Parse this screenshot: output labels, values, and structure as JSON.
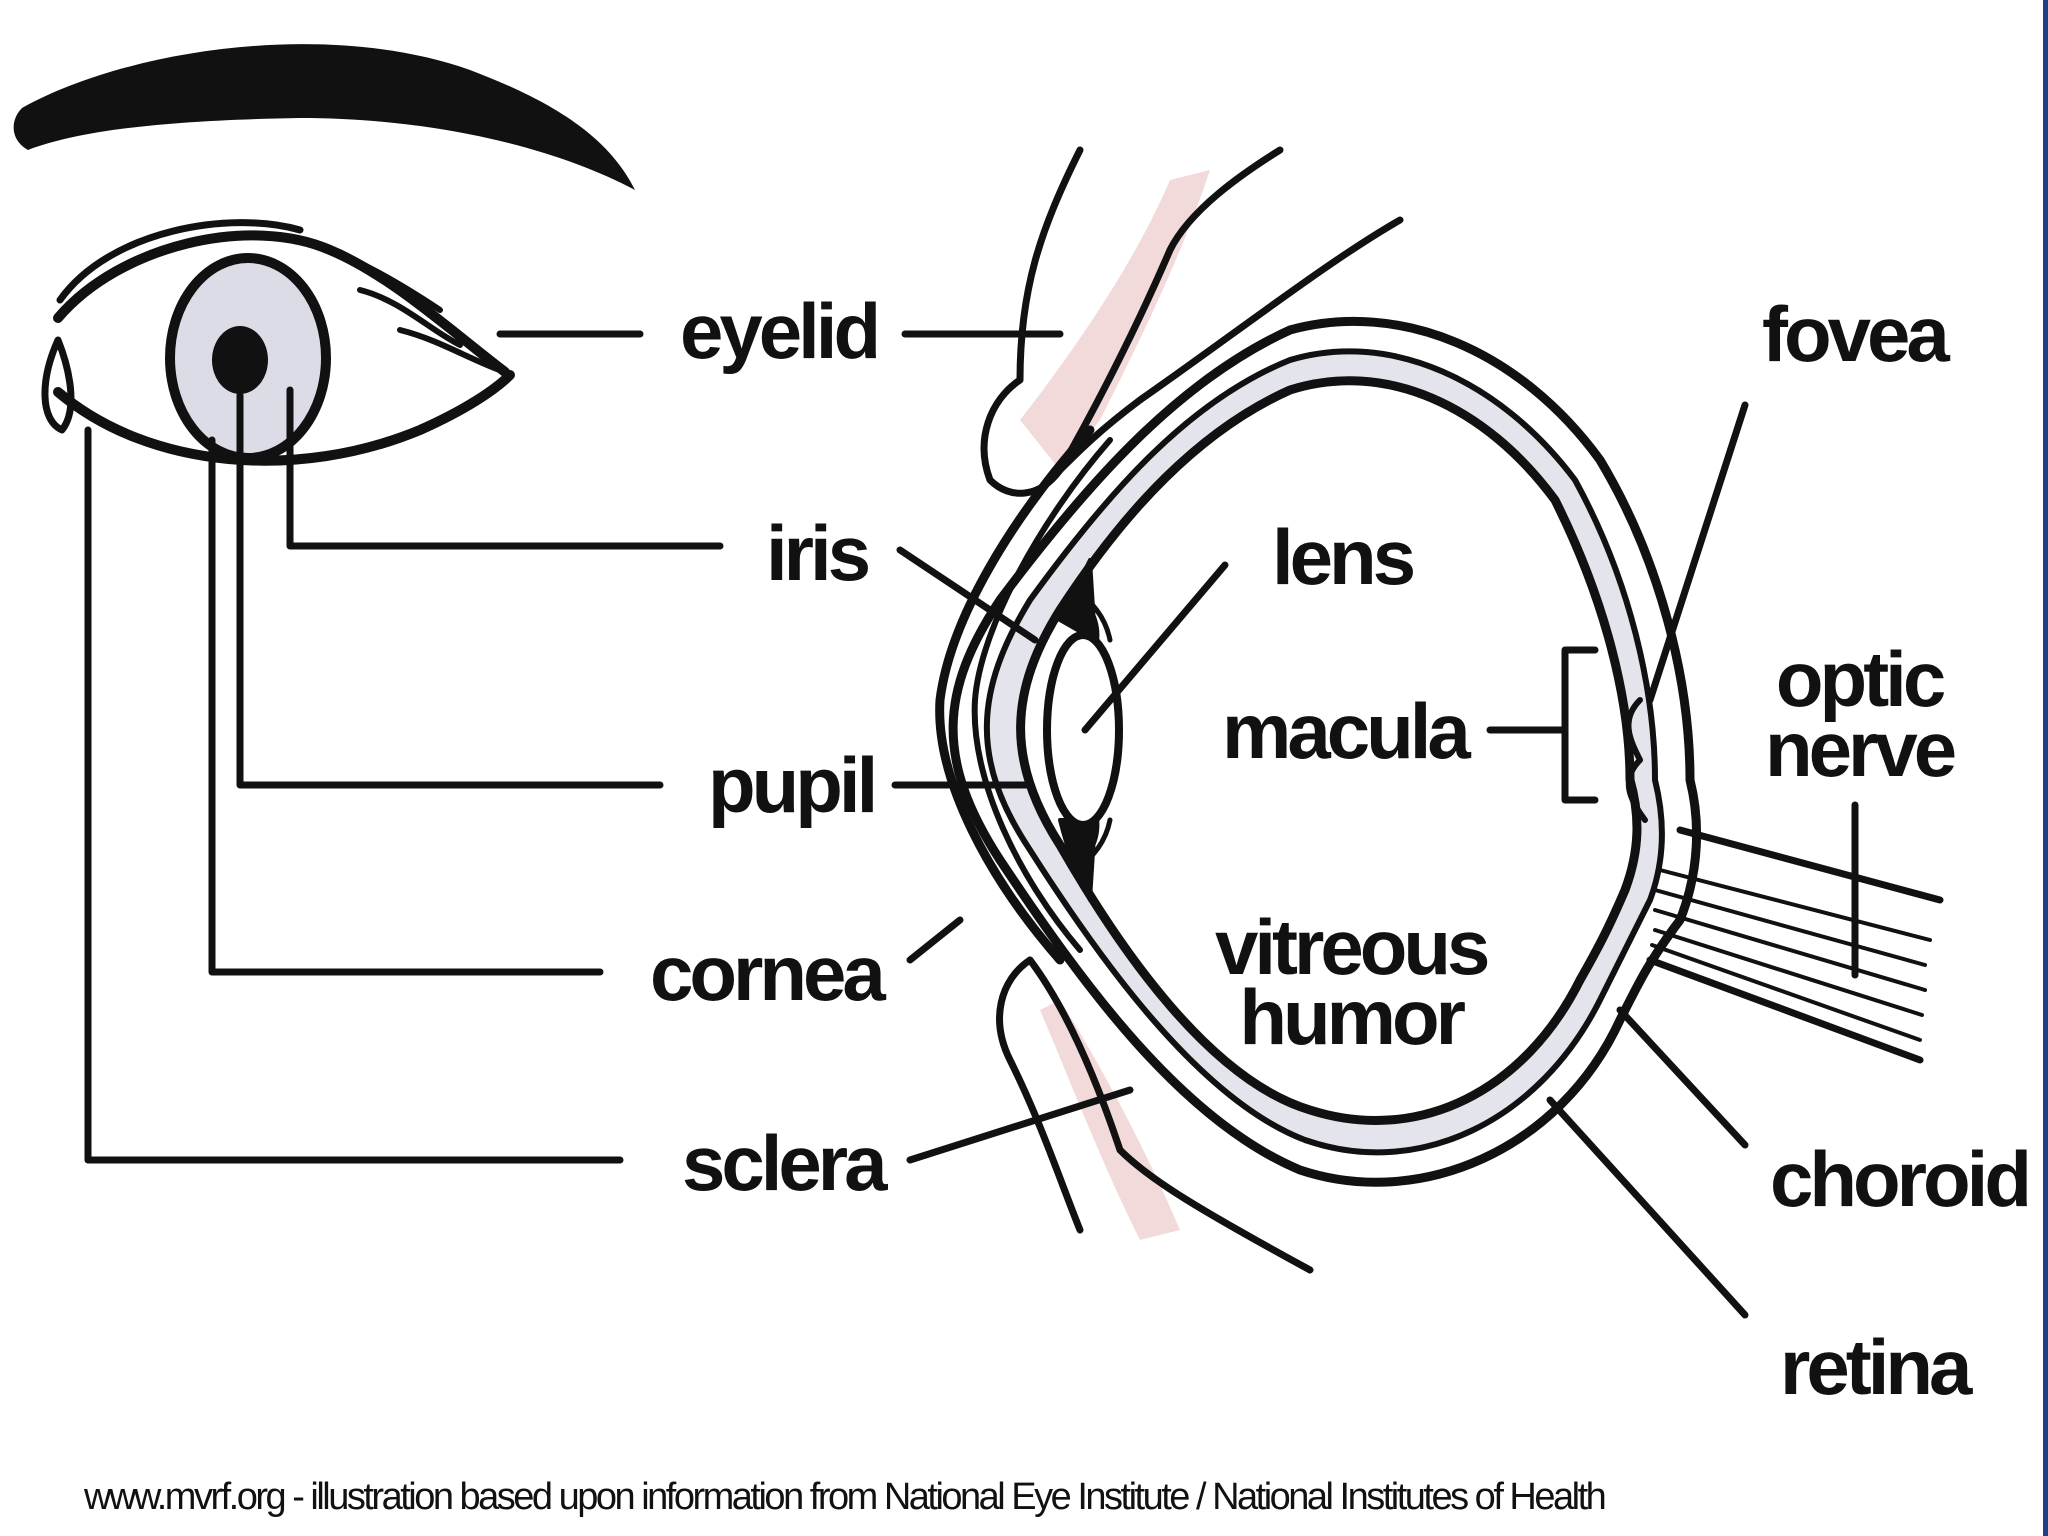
{
  "labels": {
    "eyelid": "eyelid",
    "iris": "iris",
    "pupil": "pupil",
    "cornea": "cornea",
    "sclera": "sclera",
    "lens": "lens",
    "macula": "macula",
    "vitreous_humor": "vitreous\nhumor",
    "fovea": "fovea",
    "optic_nerve": "optic\nnerve",
    "choroid": "choroid",
    "retina": "retina"
  },
  "credit": "www.mvrf.org - illustration based upon information from National Eye Institute / National Institutes of Health",
  "colors": {
    "line": "#111111",
    "iris_fill": "#dcdce6",
    "choroid_fill": "#e4e4ec",
    "eyelid_tissue": "#f3dada",
    "edge": "#1f3f8a"
  }
}
